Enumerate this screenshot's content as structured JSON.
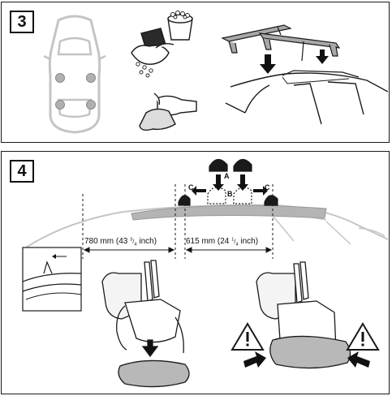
{
  "steps": {
    "step3_number": "3",
    "step4_number": "4"
  },
  "measurements": {
    "front_main": "780 mm (43 ",
    "front_num": "3",
    "front_slash": "/",
    "front_den": "4",
    "front_tail": " inch)",
    "rear_main": "615 mm (24 ",
    "rear_num": "1",
    "rear_slash": "/",
    "rear_den": "4",
    "rear_tail": " inch)"
  },
  "foot_labels": {
    "a": "A",
    "b": "B",
    "c_left": "C",
    "c_right": "C"
  },
  "colors": {
    "line": "#1a1a1a",
    "light_gray": "#c8c8c8",
    "mid_gray": "#a8a8a8",
    "car_outline": "#bdbdbd"
  }
}
